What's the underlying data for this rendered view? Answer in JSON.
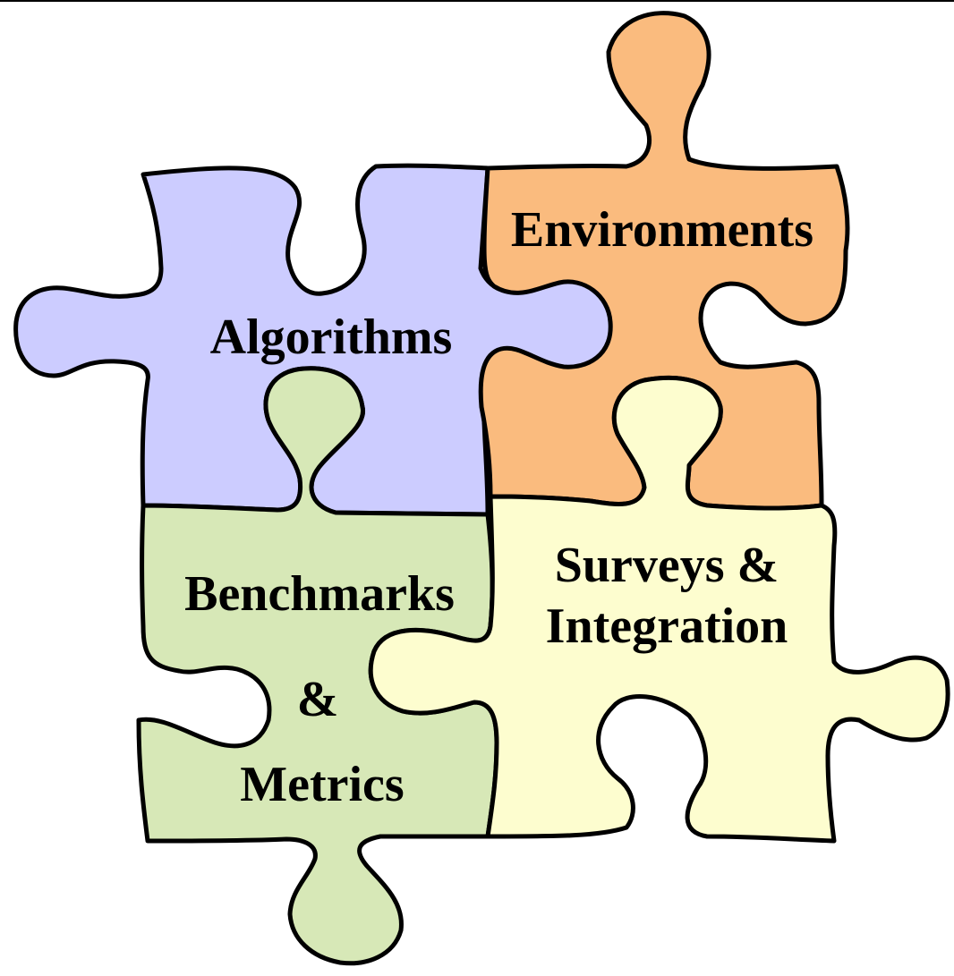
{
  "pieces": {
    "algorithms": {
      "label": "Algorithms",
      "color": "#ccccff"
    },
    "environments": {
      "label": "Environments",
      "color": "#fabb7e"
    },
    "benchmarks": {
      "lines": [
        "Benchmarks",
        "&",
        "Metrics"
      ],
      "color": "#d7e8b7"
    },
    "surveys": {
      "lines": [
        "Surveys &",
        "Integration"
      ],
      "color": "#fdfdcf"
    }
  }
}
